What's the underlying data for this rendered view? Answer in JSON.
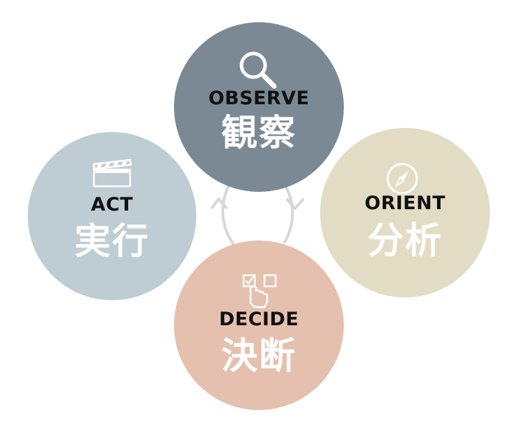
{
  "cycle": {
    "observe": {
      "label": "OBSERVE",
      "label_jp": "観察",
      "icon": "magnifier-icon",
      "color": "#7a8994"
    },
    "orient": {
      "label": "ORIENT",
      "label_jp": "分析",
      "icon": "compass-icon",
      "color": "#e3dcc4"
    },
    "decide": {
      "label": "DECIDE",
      "label_jp": "決断",
      "icon": "checkbox-click-icon",
      "color": "#e5c0ae"
    },
    "act": {
      "label": "ACT",
      "label_jp": "実行",
      "icon": "clapperboard-icon",
      "color": "#bdcdd3"
    }
  },
  "colors": {
    "background": "#ffffff",
    "english_text": "#111111",
    "japanese_text": "#ffffff",
    "cycle_arrows": "#d7d7d7"
  }
}
